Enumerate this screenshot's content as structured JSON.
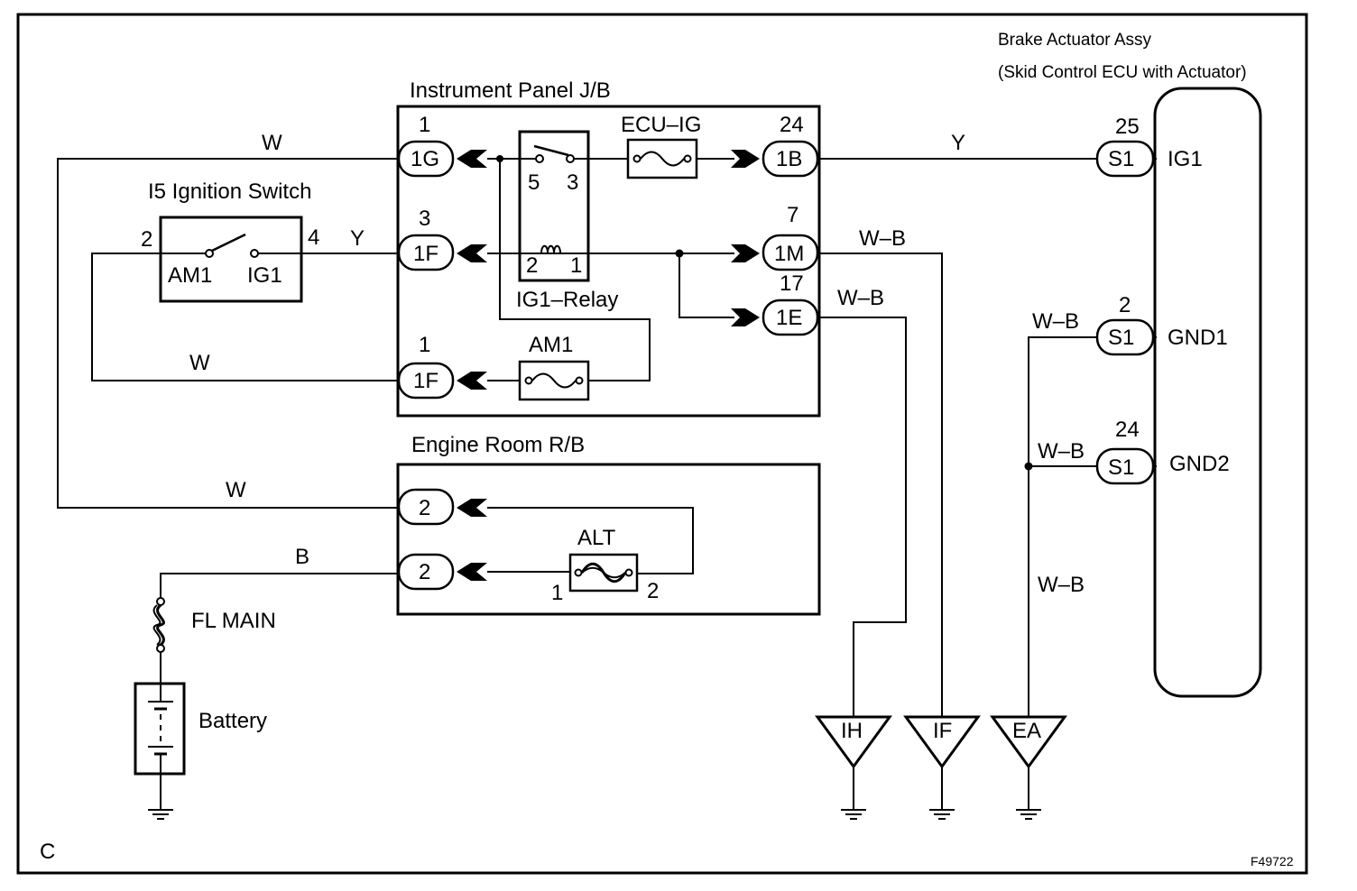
{
  "frame": {
    "corner_code": "C",
    "figure_id": "F49722"
  },
  "brake_actuator": {
    "title_line1": "Brake Actuator Assy",
    "title_line2": "(Skid Control ECU with Actuator)",
    "pins": [
      {
        "num": "25",
        "conn": "S1",
        "name": "IG1",
        "wire": "Y"
      },
      {
        "num": "2",
        "conn": "S1",
        "name": "GND1",
        "wire": "W–B"
      },
      {
        "num": "24",
        "conn": "S1",
        "name": "GND2",
        "wire": "W–B"
      }
    ],
    "ground_wire": "W–B"
  },
  "instrument_panel": {
    "title": "Instrument Panel J/B",
    "conn_1g": {
      "num": "1",
      "label": "1G"
    },
    "conn_1f_a": {
      "num": "3",
      "label": "1F"
    },
    "conn_1f_b": {
      "num": "1",
      "label": "1F"
    },
    "conn_1b": {
      "num": "24",
      "label": "1B"
    },
    "conn_1m": {
      "num": "7",
      "label": "1M"
    },
    "conn_1e": {
      "num": "17",
      "label": "1E"
    },
    "relay": {
      "name": "IG1–Relay",
      "pin5": "5",
      "pin3": "3",
      "pin2": "2",
      "pin1": "1"
    },
    "fuse_ecu_ig": "ECU–IG",
    "fuse_am1": "AM1"
  },
  "ignition_switch": {
    "title": "I5 Ignition Switch",
    "pin_left": "2",
    "pin_right": "4",
    "term_am1": "AM1",
    "term_ig1": "IG1"
  },
  "engine_room": {
    "title": "Engine Room R/B",
    "conn_top": "2",
    "conn_bottom": "2",
    "fuse": "ALT",
    "fuse_pin1": "1",
    "fuse_pin2": "2"
  },
  "wires": {
    "w_top": "W",
    "y_switch": "Y",
    "w_mid": "W",
    "w_lower": "W",
    "b_battery": "B",
    "wb_1m": "W–B",
    "wb_1e": "W–B"
  },
  "power": {
    "fl_main": "FL MAIN",
    "battery": "Battery"
  },
  "grounds": [
    "IH",
    "IF",
    "EA"
  ]
}
